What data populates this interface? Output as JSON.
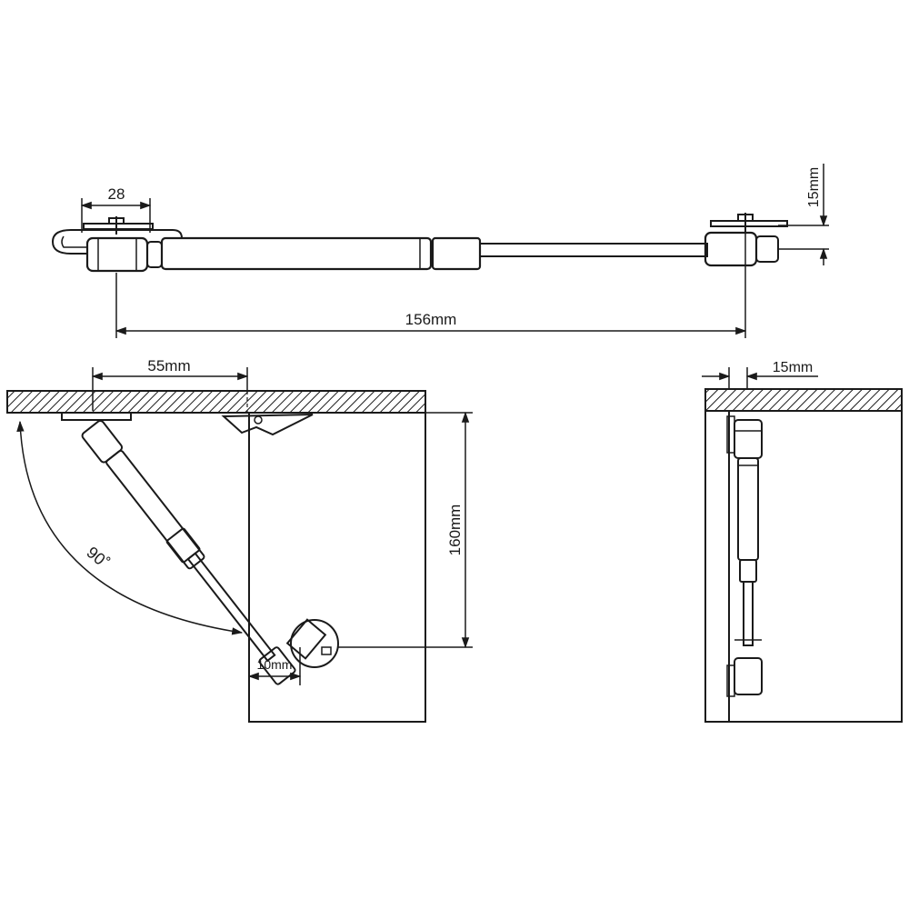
{
  "dimensions": {
    "mount_width": "28",
    "mount_height": "15mm",
    "total_length": "156mm",
    "hinge_offset": "55mm",
    "open_angle": "90˚",
    "door_height": "160mm",
    "pivot_offset": "10mm",
    "side_offset": "15mm"
  },
  "colors": {
    "line": "#1a1a1a",
    "background": "#ffffff",
    "hatch": "#1a1a1a"
  }
}
